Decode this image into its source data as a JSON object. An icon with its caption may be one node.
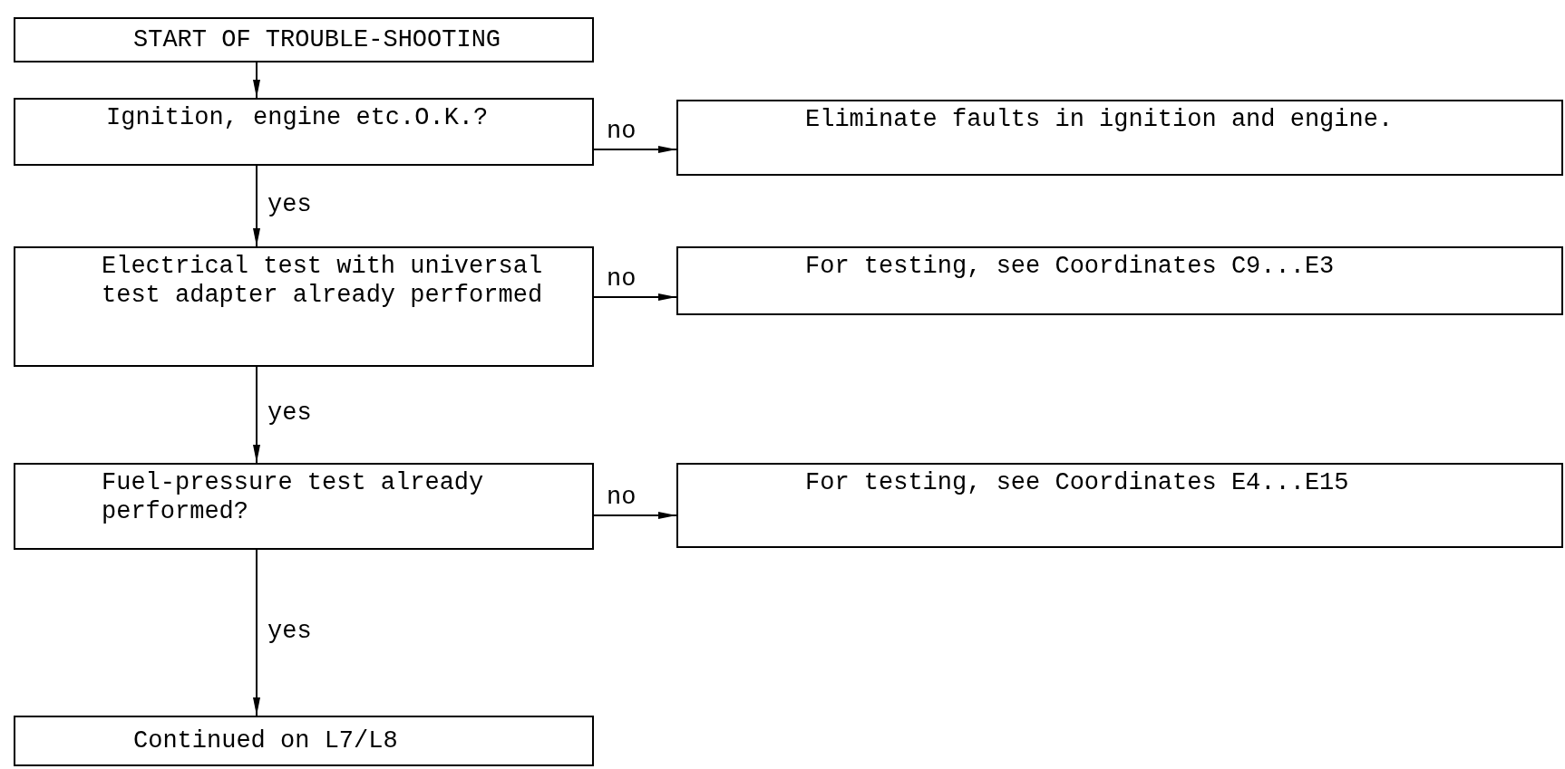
{
  "diagram": {
    "nodes": [
      {
        "text": [
          "START OF TROUBLE-SHOOTING"
        ]
      },
      {
        "text": [
          "Ignition, engine etc.O.K.?"
        ]
      },
      {
        "text": [
          "Eliminate faults in ignition and engine."
        ]
      },
      {
        "text": [
          "Electrical test with universal test adapter already performed"
        ]
      },
      {
        "text": [
          "For testing, see Coordinates C9...E3"
        ]
      },
      {
        "text": [
          "Fuel-pressure test already performed?"
        ]
      },
      {
        "text": [
          "For testing, see Coordinates E4...E15"
        ]
      },
      {
        "text": [
          "Continued on L7/L8"
        ]
      }
    ],
    "edges": [
      {
        "from": 0,
        "to": 1,
        "arrow": "to"
      },
      {
        "from": 1,
        "to": 2,
        "arrow": "to",
        "label": "no"
      },
      {
        "from": 1,
        "to": 3,
        "arrow": "to",
        "label": "yes"
      },
      {
        "from": 3,
        "to": 4,
        "arrow": "to",
        "label": "no"
      },
      {
        "from": 3,
        "to": 5,
        "arrow": "to",
        "label": "yes"
      },
      {
        "from": 5,
        "to": 6,
        "arrow": "to",
        "label": "no"
      },
      {
        "from": 5,
        "to": 7,
        "arrow": "to",
        "label": "yes"
      }
    ]
  }
}
